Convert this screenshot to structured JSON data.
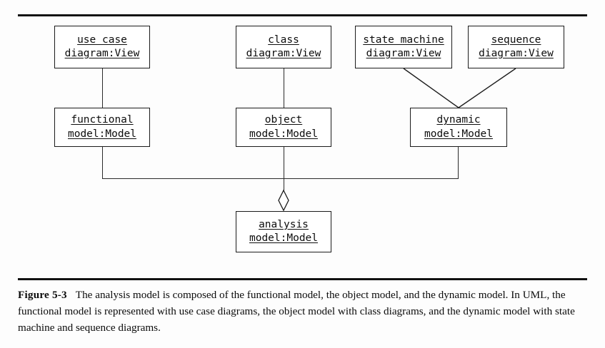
{
  "figure": {
    "label": "Figure 5-3",
    "caption": "The analysis model is composed of the functional model, the object model, and the dynamic model. In UML, the functional model is represented with use case diagrams, the object model with class diagrams, and the dynamic model with state machine and sequence diagrams."
  },
  "diagram": {
    "type": "uml-object-diagram",
    "nodes": [
      {
        "id": "use-case-diagram",
        "line1": "use case",
        "line2": "diagram:View"
      },
      {
        "id": "class-diagram",
        "line1": "class",
        "line2": "diagram:View"
      },
      {
        "id": "state-machine-diagram",
        "line1": "state machine",
        "line2": "diagram:View"
      },
      {
        "id": "sequence-diagram",
        "line1": "sequence",
        "line2": "diagram:View"
      },
      {
        "id": "functional-model",
        "line1": "functional",
        "line2": "model:Model"
      },
      {
        "id": "object-model",
        "line1": "object",
        "line2": "model:Model"
      },
      {
        "id": "dynamic-model",
        "line1": "dynamic",
        "line2": "model:Model"
      },
      {
        "id": "analysis-model",
        "line1": "analysis",
        "line2": "model:Model"
      }
    ],
    "colors": {
      "line": "#2a2a2a",
      "border": "#1b1b1b",
      "text": "#0d0d0d",
      "rule": "#121212",
      "fill": "#ffffff"
    }
  }
}
